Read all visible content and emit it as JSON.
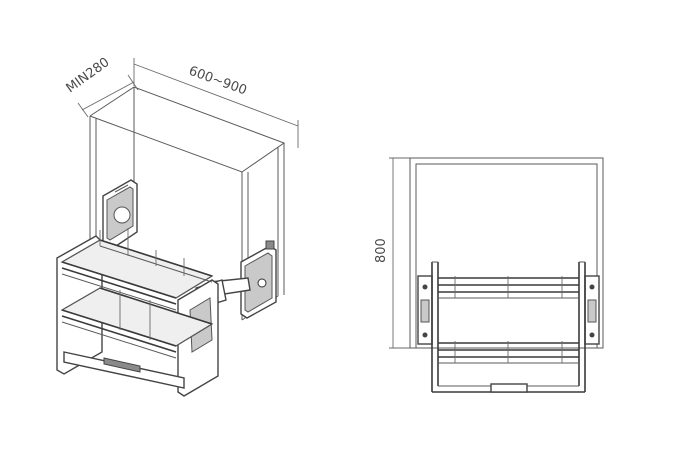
{
  "diagram": {
    "iso_view": {
      "dim_depth_label": "MIN280",
      "dim_width_label": "600~900"
    },
    "front_view": {
      "dim_height_label": "800"
    },
    "colors": {
      "line": "#444444",
      "rail": "#8a8a8a",
      "shade": "#c9c9c9"
    }
  }
}
